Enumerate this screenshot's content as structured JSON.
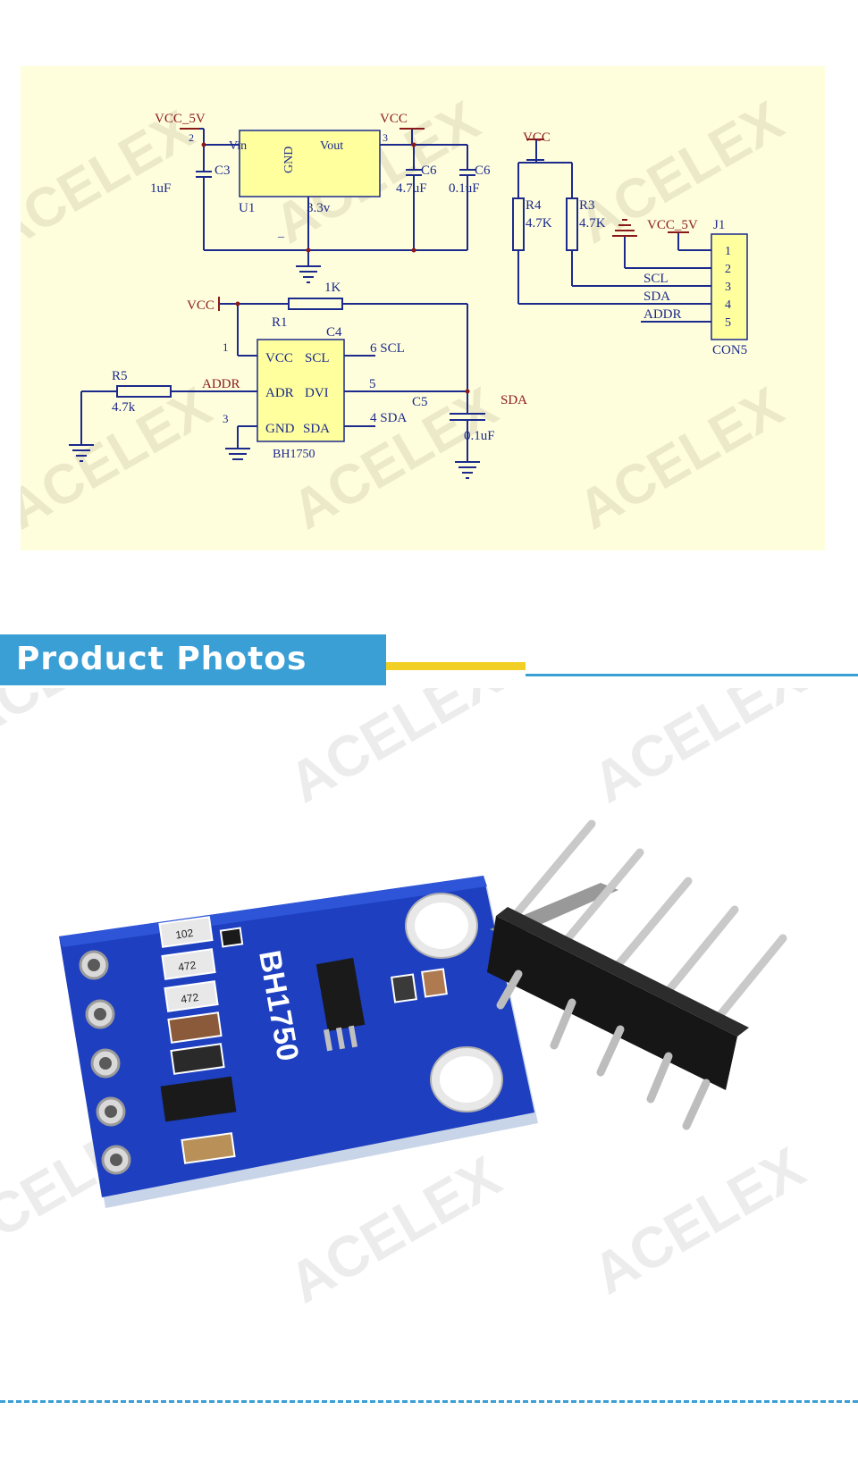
{
  "schematic": {
    "watermark": "ACELEX",
    "regulator": {
      "input_label": "VCC_5V",
      "input_pin": "2",
      "output_label": "VCC",
      "output_pin": "3",
      "pin_in": "Vin",
      "pin_out": "Vout",
      "pin_gnd": "GND",
      "designator": "U1",
      "value": "3.3v",
      "c3_name": "C3",
      "c3_value": "1uF",
      "c6a_name": "C6",
      "c6a_value": "4.7uF",
      "c6b_name": "C6",
      "c6b_value": "0.1uF"
    },
    "sensor": {
      "vcc_label": "VCC",
      "r1_name": "R1",
      "r1_value": "1K",
      "c4_name": "C4",
      "pin1": "1",
      "pin3": "3",
      "pin_vcc": "VCC",
      "pin_scl": "SCL",
      "pin_adr": "ADR",
      "pin_dvi": "DVI",
      "pin_gnd": "GND",
      "pin_sda": "SDA",
      "chip_name": "BH1750",
      "scl_net": "6 SCL",
      "dvi_pin": "5",
      "sda_net": "4 SDA",
      "r5_name": "R5",
      "r5_value": "4.7k",
      "addr_net": "ADDR",
      "c5_name": "C5",
      "c5_value": "0.1uF",
      "sda_label": "SDA"
    },
    "connector": {
      "vcc_label": "VCC",
      "r4_name": "R4",
      "r4_value": "4.7K",
      "r3_name": "R3",
      "r3_value": "4.7K",
      "vcc5_label": "VCC_5V",
      "j_name": "J1",
      "pins": [
        "1",
        "2",
        "3",
        "4",
        "5"
      ],
      "net_scl": "SCL",
      "net_sda": "SDA",
      "net_addr": "ADDR",
      "con_name": "CON5"
    }
  },
  "section": {
    "title": "Product Photos"
  },
  "photo": {
    "board_label": "BH1750",
    "smd_labels": [
      "102",
      "472",
      "472"
    ],
    "watermark": "ACELEX"
  },
  "colors": {
    "accent_blue": "#3a9fd5",
    "accent_yellow": "#f1cf24",
    "schematic_bg": "#fffedc",
    "wire_blue": "#1b2a8c",
    "text_red": "#8a1a1a",
    "chip_fill": "#ffff9e",
    "pcb_blue": "#1d3fc0"
  }
}
